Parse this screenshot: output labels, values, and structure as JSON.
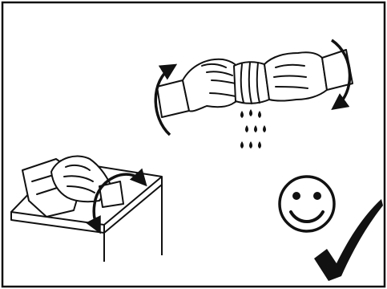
{
  "illustration": {
    "panels": [
      {
        "name": "wringing-hands",
        "icon": "hands-twisting-cloth-icon"
      },
      {
        "name": "wiping-table",
        "icon": "hand-wiping-cloth-icon"
      },
      {
        "name": "approval",
        "icons": [
          "smiley-face-icon",
          "checkmark-icon"
        ]
      }
    ],
    "colors": {
      "ink": "#111111",
      "background": "#ffffff"
    }
  }
}
